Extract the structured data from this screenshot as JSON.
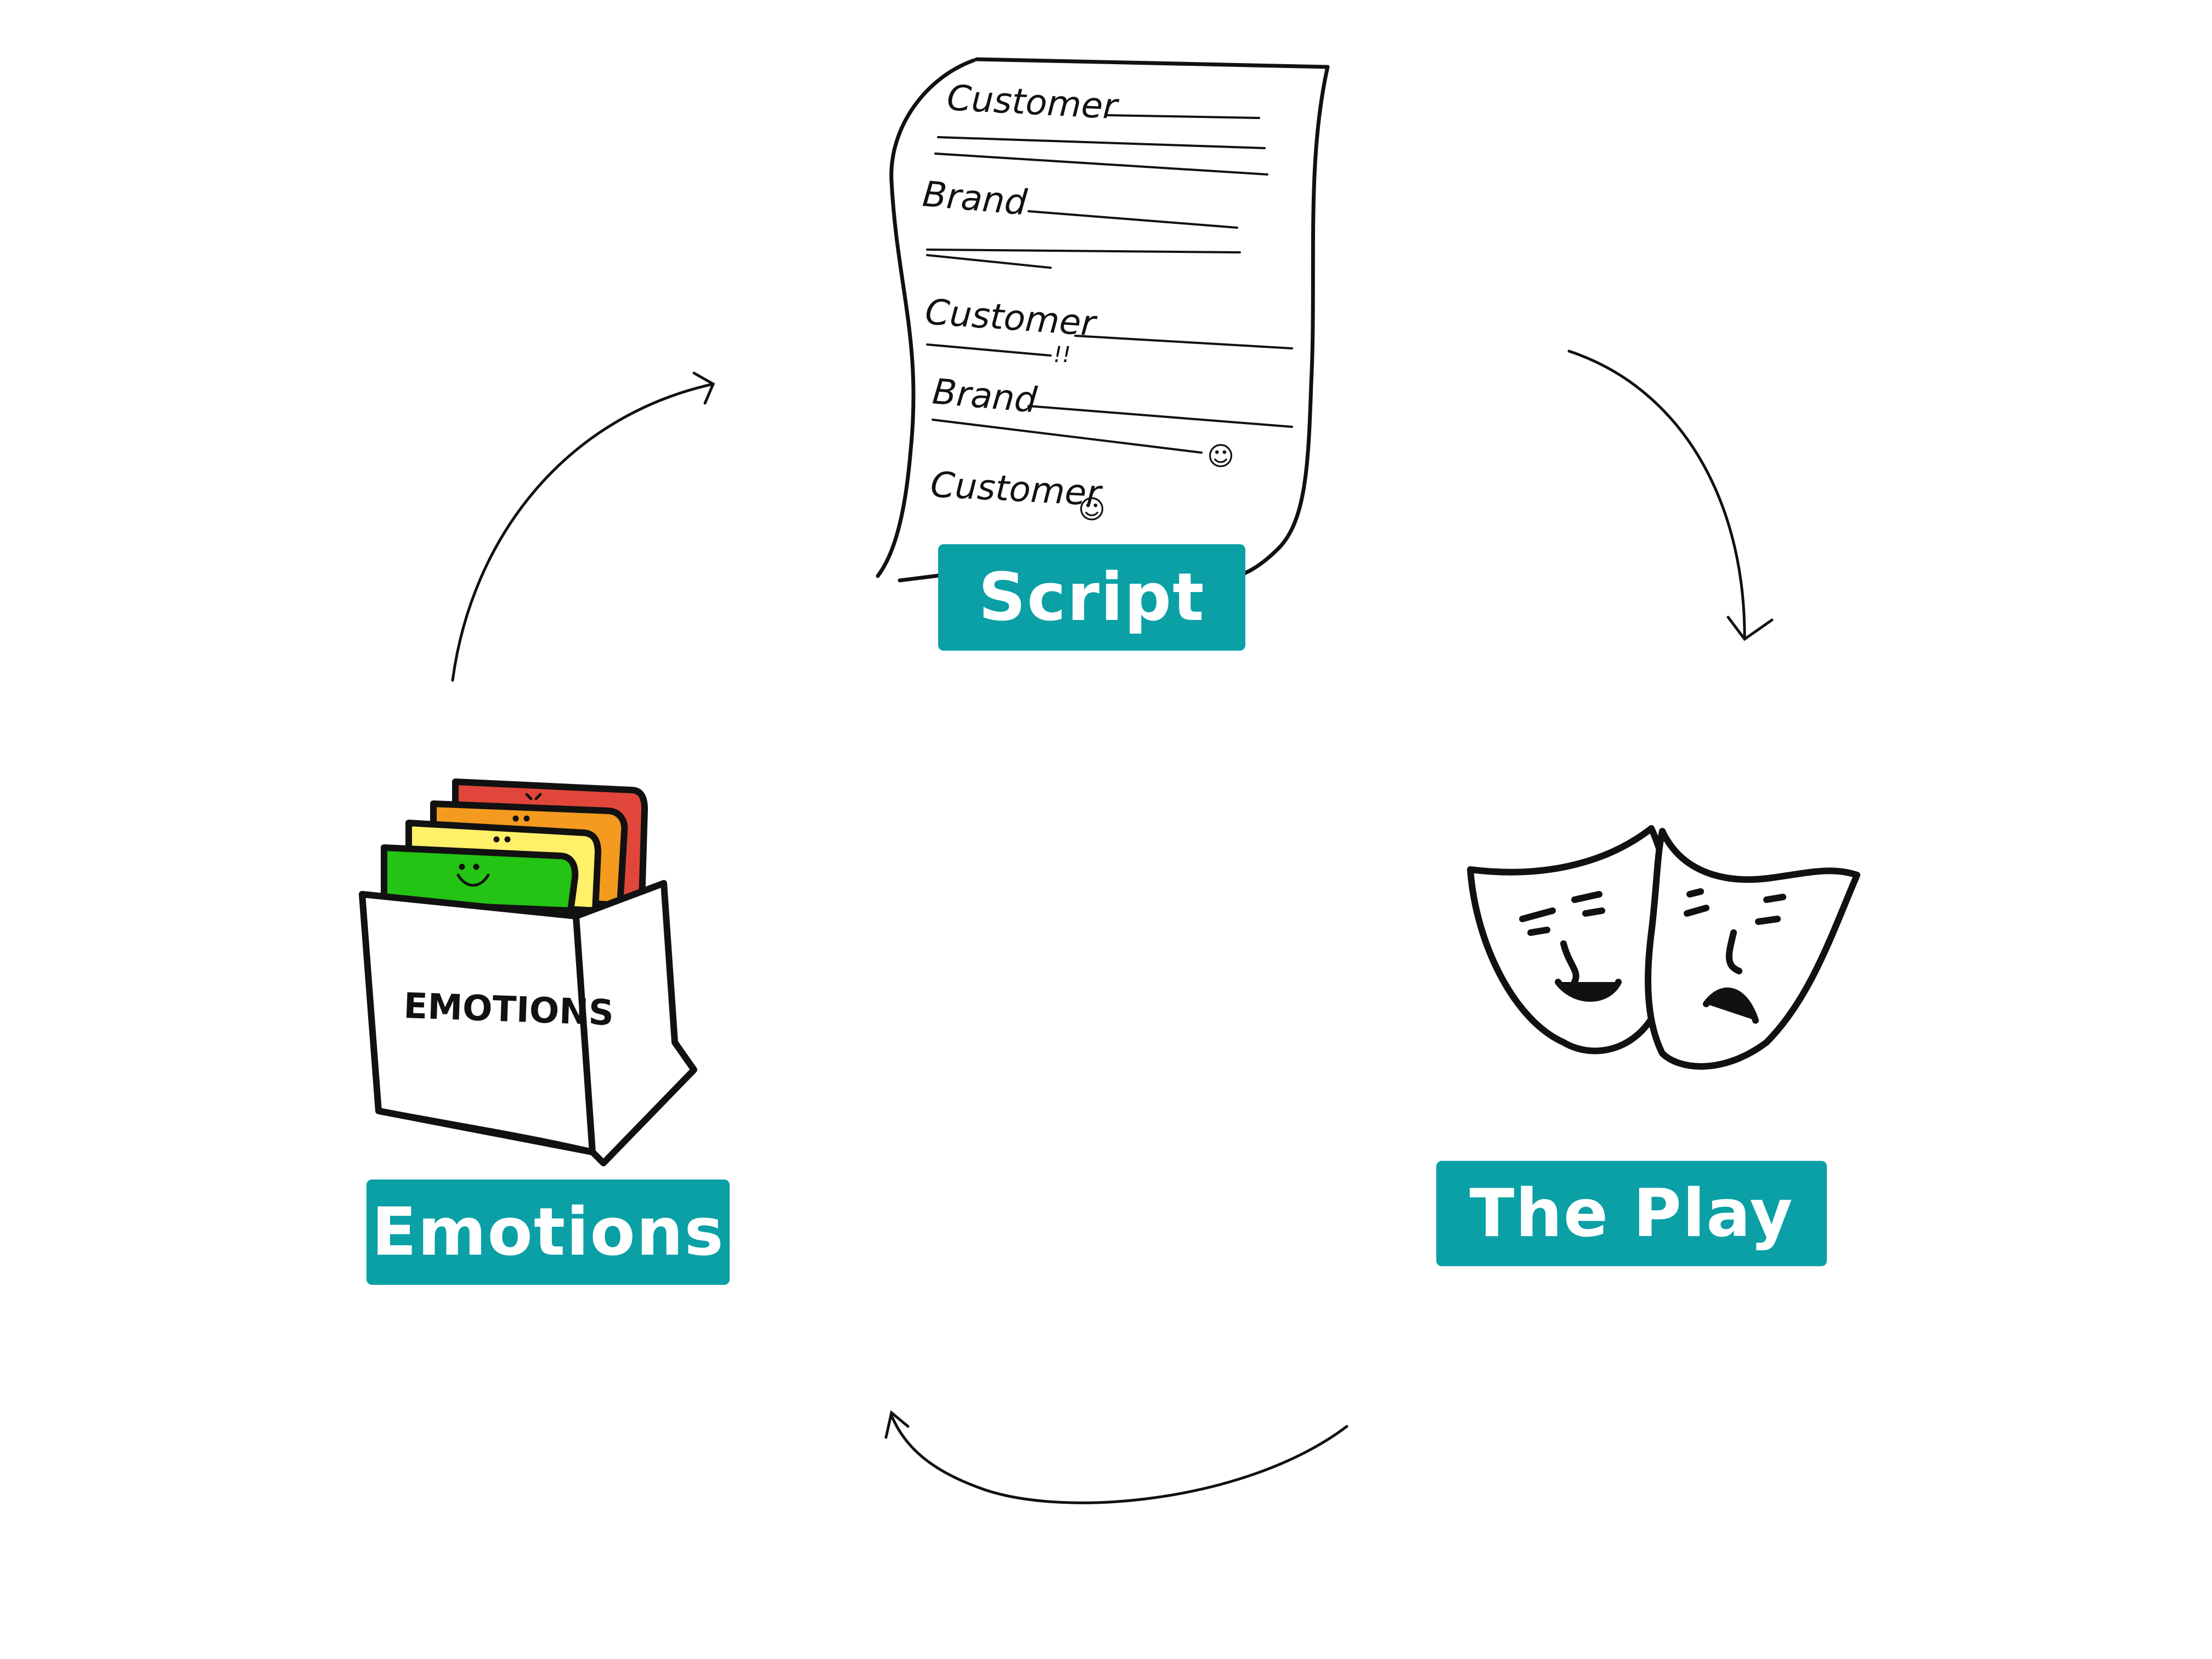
{
  "nodes": {
    "script": {
      "label": "Script"
    },
    "play": {
      "label": "The Play"
    },
    "emotions": {
      "label": "Emotions"
    }
  },
  "script_document": {
    "lines": [
      {
        "speaker": "Customer"
      },
      {
        "speaker": "Brand"
      },
      {
        "speaker": "Customer",
        "mark": "!!"
      },
      {
        "speaker": "Brand",
        "mark": "☺"
      },
      {
        "speaker": "Customer",
        "mark": "☺"
      }
    ]
  },
  "emotions_box": {
    "label": "EMOTIONS"
  },
  "colors": {
    "label_bg": "#0aa0a6",
    "label_text": "#ffffff",
    "card_red": "#e0473a",
    "card_orange": "#f39a1f",
    "card_yellow": "#fff06a",
    "card_green": "#23c413",
    "ink": "#111111"
  }
}
